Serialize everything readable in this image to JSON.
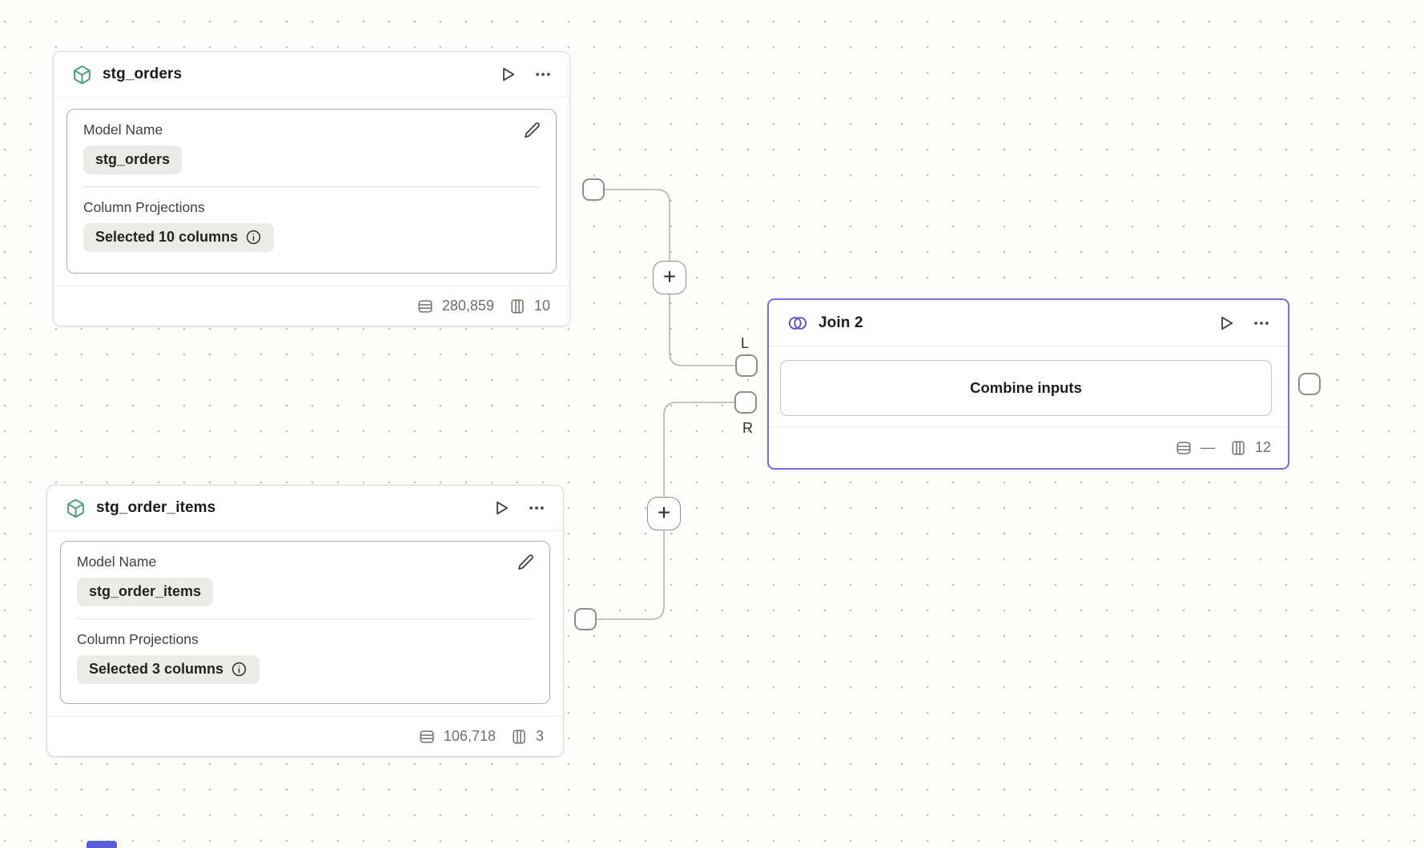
{
  "theme": {
    "accent": "#7b6cf0",
    "model_icon_color": "#3d9e6d",
    "join_icon_color": "#5553d8",
    "edge_color": "#b3b3ae",
    "canvas_background": "#fdfdfc",
    "dot_color": "#c5c5c2",
    "chip_background": "#ebebe8"
  },
  "node_stg_orders": {
    "title": "stg_orders",
    "icon": "cube-icon",
    "field_model_label": "Model Name",
    "field_model_value": "stg_orders",
    "field_proj_label": "Column Projections",
    "field_proj_value": "Selected 10 columns",
    "stat_rows": "280,859",
    "stat_columns": "10"
  },
  "node_stg_order_items": {
    "title": "stg_order_items",
    "icon": "cube-icon",
    "field_model_label": "Model Name",
    "field_model_value": "stg_order_items",
    "field_proj_label": "Column Projections",
    "field_proj_value": "Selected 3 columns",
    "stat_rows": "106,718",
    "stat_columns": "3"
  },
  "node_join": {
    "title": "Join 2",
    "icon": "venn-join-icon",
    "button_label": "Combine inputs",
    "stat_rows": "—",
    "stat_columns": "12",
    "left_port_label": "L",
    "right_port_label": "R"
  },
  "connections": {
    "add_button_label": "+"
  }
}
